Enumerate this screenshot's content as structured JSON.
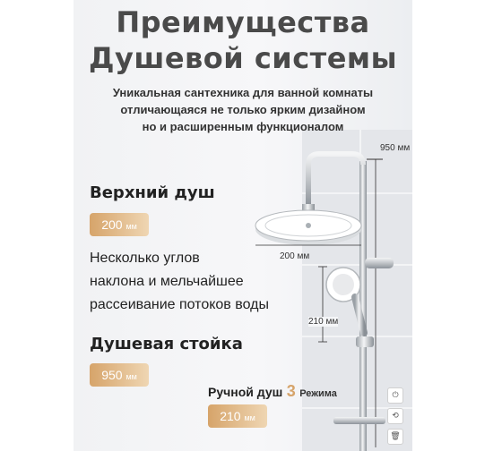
{
  "header": {
    "title_line1": "Преимущества",
    "title_line2": "Душевой системы",
    "subtitle_lines": [
      "Уникальная сантехника для ванной комнаты",
      "отличающаяся не только ярким дизайном",
      "но и расширенным функционалом"
    ]
  },
  "top_shower": {
    "title": "Верхний душ",
    "size_value": "200",
    "size_unit": "мм"
  },
  "description_lines": [
    "Несколько углов",
    "наклона и мельчайшее",
    "рассеивание потоков воды"
  ],
  "stand": {
    "title": "Душевая стойка",
    "size_value": "950",
    "size_unit": "мм"
  },
  "hand_shower": {
    "title": "Ручной душ",
    "modes_number": "3",
    "modes_label": "Режима",
    "size_value": "210",
    "size_unit": "мм"
  },
  "dimensions": {
    "height": "950 мм",
    "head_width": "200 мм",
    "hand_length": "210 мм"
  },
  "side_icons": [
    "power-icon",
    "refresh-icon",
    "trash-icon"
  ]
}
